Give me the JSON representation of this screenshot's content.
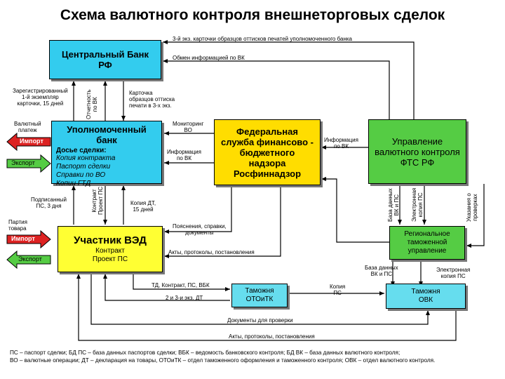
{
  "title": "Схема валютного контроля внешнеторговых сделок",
  "nodes": {
    "cb": {
      "line1": "Центральный Банк",
      "line2": "РФ"
    },
    "bank": {
      "title": "Уполномоченный банк",
      "dossier": "Досье сделки:",
      "items": [
        "Копия контракта",
        "Паспорт сделки",
        "Справки по ВО",
        "Копии ГТД"
      ]
    },
    "fsfbn": {
      "line1": "Федеральная",
      "line2": "служба финансово -",
      "line3": "бюджетного",
      "line4": "надзора",
      "line5": "Росфиннадзор"
    },
    "fts": {
      "line1": "Управление",
      "line2": "валютного контроля",
      "line3": "ФТС РФ"
    },
    "ved": {
      "title": "Участник ВЭД",
      "line1": "Контракт",
      "line2": "Проект ПС"
    },
    "rtu": {
      "line1": "Региональное",
      "line2": "таможенной",
      "line3": "управление"
    },
    "oto": {
      "line1": "Таможня",
      "line2": "ОТОиТК"
    },
    "ovk": {
      "line1": "Таможня",
      "line2": "ОВК"
    }
  },
  "side": {
    "currency_payment": "Валютный\nплатеж",
    "import": "Импорт",
    "export": "Экспорт",
    "goods_batch": "Партия\nтовара",
    "import2": "Импорт",
    "export2": "Экспорт"
  },
  "labels": {
    "l1": "3-й экз. карточки образцов оттисков печатей уполномоченного банка",
    "l2": "Обмен информацией по ВК",
    "l3": "Зарегистрированный\n1-й экземпляр\nкарточки, 15 дней",
    "l4": "Отчетность\nпо ВК",
    "l5": "Карточка\nобразцов оттиска\nпечати в 3-х экз.",
    "l6": "Мониторинг\nВО",
    "l7": "Информация\nпо ВК",
    "l8": "Информация\nпо ВК",
    "l9": "Подписанный\nПС, 3 дня",
    "l10": "Контракт\nПроект ПС",
    "l11": "Копия ДТ,\n15 дней",
    "l12": "База данных\nВК и ПС",
    "l13": "Электронная\nкопия ПС",
    "l14": "Указания о\nпроверках",
    "l15": "Пояснения, справки,\nдокументы",
    "l16": "Акты, протоколы, постановления",
    "l17": "База данных\nВК и ПС",
    "l18": "Электронная\nкопия ПС",
    "l19": "ТД, Контракт, ПС, ВБК",
    "l20": "Копия\nПС",
    "l21": "2 и 3-и экз. ДТ",
    "l22": "Документы для проверки",
    "l23": "Акты, протоколы, постановления"
  },
  "footer": {
    "line1": "ПС – паспорт сделки; БД ПС – база данных паспортов сделки; ВБК – ведомость банковского контроля; БД ВК – база данных валютного контроля;",
    "line2": "ВО – валютные операции; ДТ – декларация на товары, ОТОиТК – отдел таможенного оформления и таможенного контроля; ОВК – отдел валютного контроля."
  },
  "colors": {
    "cyan": "#33ccee",
    "yellow": "#ffdd00",
    "yellow_ved": "#ffff33",
    "green": "#55cc44",
    "cyan_light": "#66ddee",
    "red": "#dd2222",
    "green_arrow": "#55cc44"
  }
}
